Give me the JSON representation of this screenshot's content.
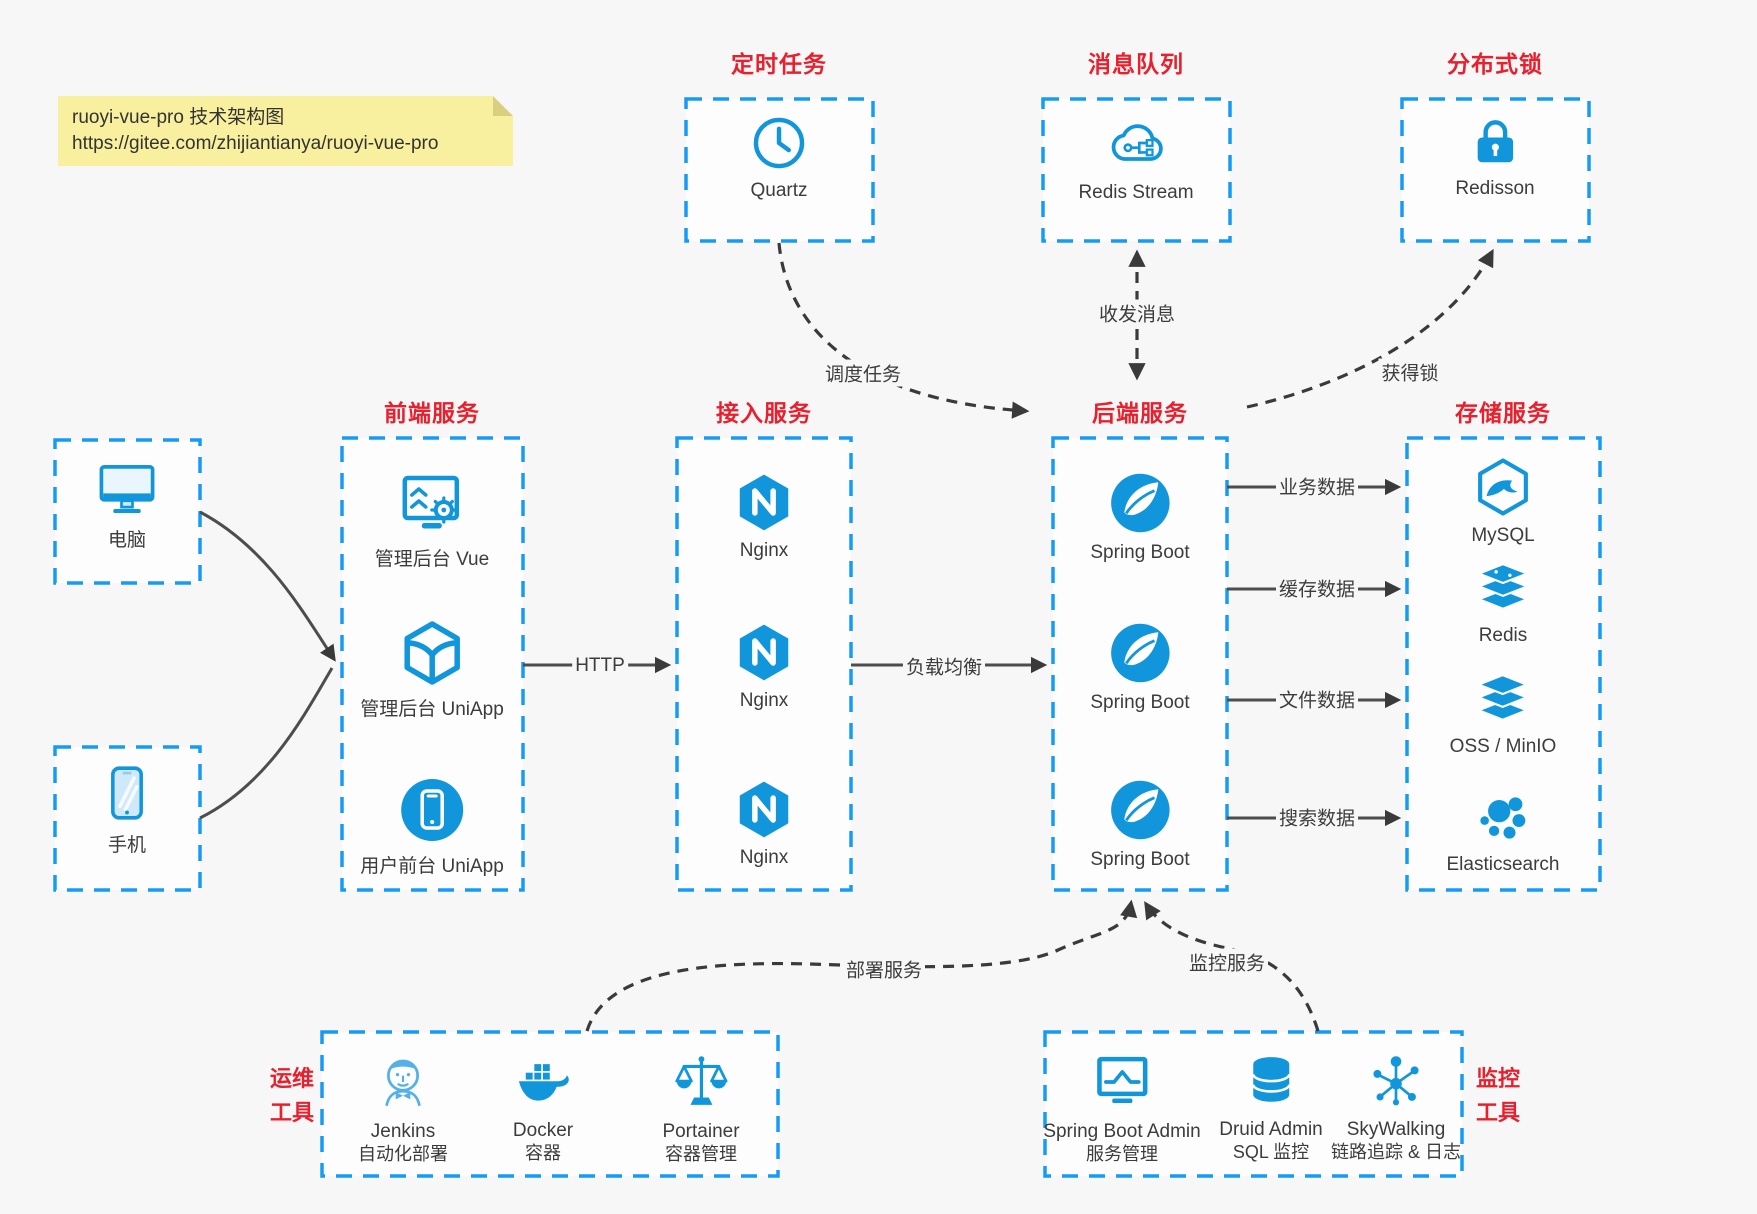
{
  "colors": {
    "accent_blue": "#1296db",
    "border_blue": "#169bf5",
    "title_red": "#e8202e",
    "arrow_gray": "#4d4d4d",
    "dashed_dark": "#3a3a3a",
    "background": "#f7f7f7",
    "note_background": "#f8f09e"
  },
  "note": {
    "line1": "ruoyi-vue-pro 技术架构图",
    "line2": "https://gitee.com/zhijiantianya/ruoyi-vue-pro"
  },
  "top_groups": [
    {
      "title": "定时任务",
      "item": {
        "icon": "clock-icon",
        "label": "Quartz"
      }
    },
    {
      "title": "消息队列",
      "item": {
        "icon": "cloud-circuit-icon",
        "label": "Redis Stream"
      }
    },
    {
      "title": "分布式锁",
      "item": {
        "icon": "lock-icon",
        "label": "Redisson"
      }
    }
  ],
  "clients": [
    {
      "icon": "computer-icon",
      "label": "电脑"
    },
    {
      "icon": "smartphone-icon",
      "label": "手机"
    }
  ],
  "columns": [
    {
      "title": "前端服务",
      "items": [
        {
          "label": "管理后台 Vue"
        },
        {
          "label": "管理后台 UniApp"
        },
        {
          "label": "用户前台 UniApp"
        }
      ]
    },
    {
      "title": "接入服务",
      "items": [
        {
          "label": "Nginx"
        },
        {
          "label": "Nginx"
        },
        {
          "label": "Nginx"
        }
      ]
    },
    {
      "title": "后端服务",
      "items": [
        {
          "label": "Spring Boot"
        },
        {
          "label": "Spring Boot"
        },
        {
          "label": "Spring Boot"
        }
      ]
    },
    {
      "title": "存储服务",
      "items": [
        {
          "label": "MySQL"
        },
        {
          "label": "Redis"
        },
        {
          "label": "OSS / MinIO"
        },
        {
          "label": "Elasticsearch"
        }
      ]
    }
  ],
  "bottom_groups": [
    {
      "title_line1": "运维",
      "title_line2": "工具",
      "items": [
        {
          "label": "Jenkins",
          "sublabel": "自动化部署"
        },
        {
          "label": "Docker",
          "sublabel": "容器"
        },
        {
          "label": "Portainer",
          "sublabel": "容器管理"
        }
      ]
    },
    {
      "title_line1": "监控",
      "title_line2": "工具",
      "items": [
        {
          "label": "Spring Boot Admin",
          "sublabel": "服务管理"
        },
        {
          "label": "Druid Admin",
          "sublabel": "SQL 监控"
        },
        {
          "label": "SkyWalking",
          "sublabel": "链路追踪 & 日志"
        }
      ]
    }
  ],
  "edges": {
    "http": "HTTP",
    "load_balance": "负载均衡",
    "schedule": "调度任务",
    "message": "收发消息",
    "lock": "获得锁",
    "business": "业务数据",
    "cache": "缓存数据",
    "file": "文件数据",
    "search": "搜索数据",
    "deploy": "部署服务",
    "monitor": "监控服务"
  }
}
